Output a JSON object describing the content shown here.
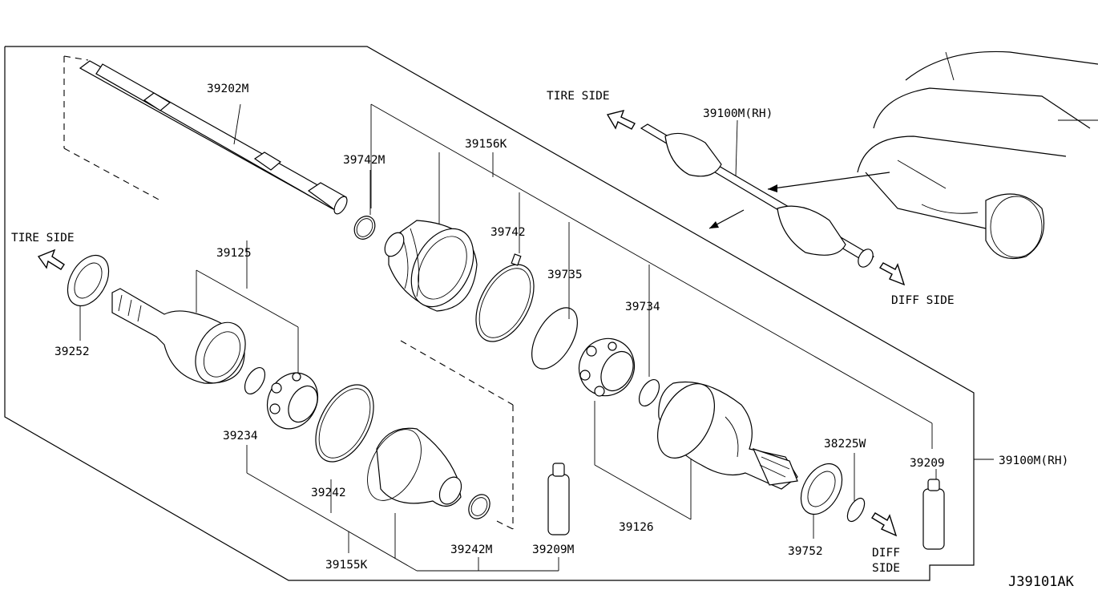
{
  "diagram_code": "J39101AK",
  "labels": {
    "shaft": "39202M",
    "band_small_inner": "39742M",
    "boot_inner_kit": "39156K",
    "band_large_inner": "39742",
    "snap_ring_inner": "39735",
    "circlip_inner": "39734",
    "assembly_right": "39100M(RH)",
    "grease_diff": "39209",
    "oil_seal": "38225W",
    "dust_shield": "39752",
    "housing_diff": "39126",
    "grease_tire": "39209M",
    "band_small_outer": "39242M",
    "boot_outer_kit": "39155K",
    "band_large_outer": "39242",
    "circlip_outer": "39234",
    "joint_outer": "39125",
    "seal_ring": "39252",
    "assembly_top": "39100M(RH)"
  },
  "directions": {
    "tire_side_left": "TIRE SIDE",
    "tire_side_top": "TIRE SIDE",
    "diff_side_top": "DIFF SIDE",
    "diff_side_bottom_1": "DIFF",
    "diff_side_bottom_2": "SIDE"
  }
}
